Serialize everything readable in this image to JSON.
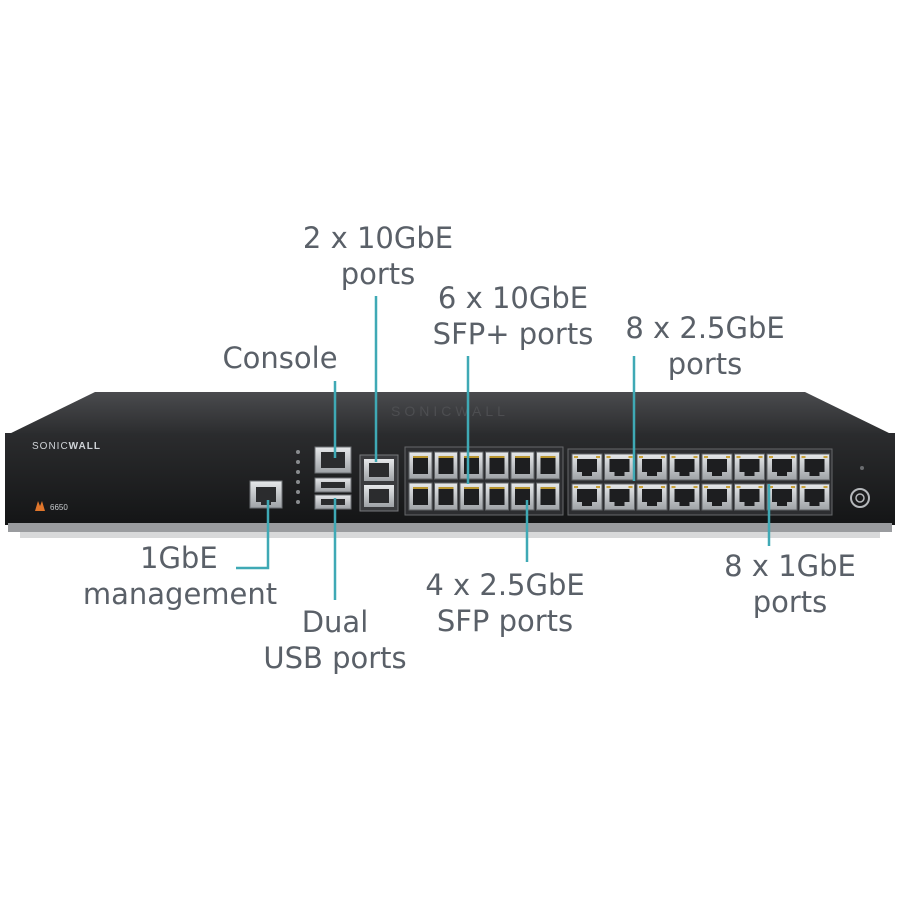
{
  "device": {
    "brand_prefix": "SONIC",
    "brand_suffix": "WALL",
    "model": "6650"
  },
  "callouts": {
    "ports_10gbe": {
      "line1": "2 x 10GbE",
      "line2": "ports"
    },
    "sfp_plus": {
      "line1": "6 x 10GbE",
      "line2": "SFP+ ports"
    },
    "ports_2_5gbe": {
      "line1": "8 x 2.5GbE",
      "line2": "ports"
    },
    "console": {
      "line1": "Console"
    },
    "mgmt": {
      "line1": "1GbE",
      "line2": "management"
    },
    "usb": {
      "line1": "Dual",
      "line2": "USB ports"
    },
    "sfp_2_5gbe": {
      "line1": "4 x 2.5GbE",
      "line2": "SFP ports"
    },
    "ports_1gbe": {
      "line1": "8 x 1GbE",
      "line2": "ports"
    }
  },
  "colors": {
    "leader": "#3fa9b5",
    "label": "#5a6068",
    "chassis_top": "#3a3b3d",
    "chassis_front": "#1f2022",
    "port_metal": "#c9ccd0"
  }
}
